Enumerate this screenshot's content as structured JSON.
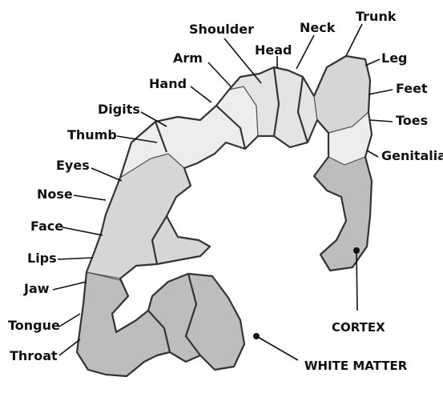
{
  "labels": {
    "shoulder": "Shoulder",
    "neck": "Neck",
    "trunk": "Trunk",
    "head": "Head",
    "leg": "Leg",
    "arm": "Arm",
    "feet": "Feet",
    "hand": "Hand",
    "toes": "Toes",
    "digits": "Digits",
    "thumb": "Thumb",
    "genitalia": "Genitalia",
    "eyes": "Eyes",
    "nose": "Nose",
    "face": "Face",
    "lips": "Lips",
    "jaw": "Jaw",
    "tongue": "Tongue",
    "throat": "Throat",
    "cortex": "CORTEX",
    "white_matter": "WHITE MATTER"
  },
  "colors": {
    "region_light": "#ededed",
    "region_mid": "#d6d6d6",
    "region_dark": "#bdbdbd",
    "outline": "#333333",
    "text": "#111111"
  }
}
